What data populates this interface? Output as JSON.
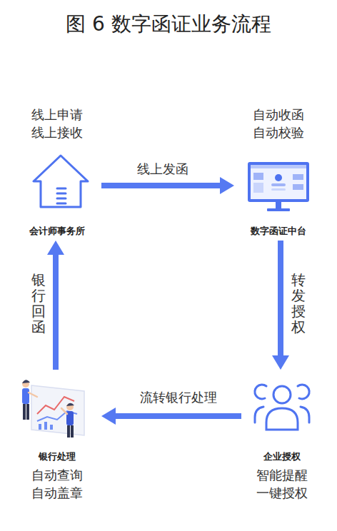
{
  "diagram": {
    "title": "图 6 数字函证业务流程",
    "nodes": [
      {
        "text": [
          "线上申请 线上接收",
          "会计师事务所"
        ]
      },
      {
        "text": [
          "自动收函 自动校验",
          "数字函证中台"
        ]
      },
      {
        "text": [
          "银行处理",
          "自动查询 自动盖章"
        ]
      },
      {
        "text": [
          "企业授权",
          "智能提醒 一键授权"
        ]
      }
    ],
    "edges": [
      {
        "from": 0,
        "to": 1,
        "label": "线上发函",
        "arrow": "to"
      },
      {
        "from": 1,
        "to": 3,
        "label": "转发授权",
        "arrow": "to"
      },
      {
        "from": 3,
        "to": 2,
        "label": "流转银行处理",
        "arrow": "to"
      },
      {
        "from": 2,
        "to": 0,
        "label": "银行回函",
        "arrow": "to"
      }
    ]
  }
}
